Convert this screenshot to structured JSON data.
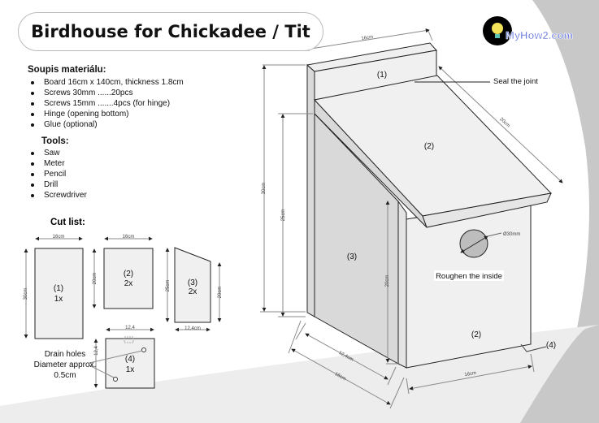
{
  "title": "Birdhouse for Chickadee / Tit",
  "logo": {
    "text": "MyHow2.com",
    "icon": "lightbulb-icon"
  },
  "materials": {
    "heading": "Soupis materiálu:",
    "items": [
      "Board 16cm x 140cm, thickness 1.8cm",
      "Screws 30mm ......20pcs",
      "Screws 15mm .......4pcs (for hinge)",
      "Hinge (opening bottom)",
      "Glue (optional)"
    ]
  },
  "tools": {
    "heading": "Tools:",
    "items": [
      "Saw",
      "Meter",
      "Pencil",
      "Drill",
      "Screwdriver"
    ]
  },
  "cut_list": {
    "heading": "Cut list:",
    "parts": [
      {
        "id": "(1)",
        "qty": "1x",
        "width": "16cm",
        "height": "30cm"
      },
      {
        "id": "(2)",
        "qty": "2x",
        "width": "16cm",
        "height": "20cm"
      },
      {
        "id": "(3)",
        "qty": "2x",
        "width": "12,4cm",
        "height_left": "25cm",
        "height_right": "20cm"
      },
      {
        "id": "(4)",
        "qty": "1x",
        "width": "12,4",
        "height": "12,4"
      }
    ],
    "drain_note": [
      "Drain holes",
      "Diameter approx.",
      "0.5cm"
    ]
  },
  "assembly": {
    "labels": {
      "back": "(1)",
      "roof": "(2)",
      "side": "(3)",
      "front": "(2)",
      "bottom": "(4)"
    },
    "dims": {
      "top_width": "16cm",
      "roof_length": "20cm",
      "total_height": "30cm",
      "side_height": "25cm",
      "front_height": "20cm",
      "depth_inner": "12,4cm",
      "depth_outer": "16cm",
      "front_width": "16cm",
      "hole": "Ø30mm"
    },
    "notes": {
      "seal": "Seal the joint",
      "roughen": "Roughen the inside"
    }
  },
  "colors": {
    "panel": "#f0f0f0",
    "side": "#d9d9d9",
    "bg_grey": "#c8c8c8",
    "bg_light": "#ececec"
  }
}
